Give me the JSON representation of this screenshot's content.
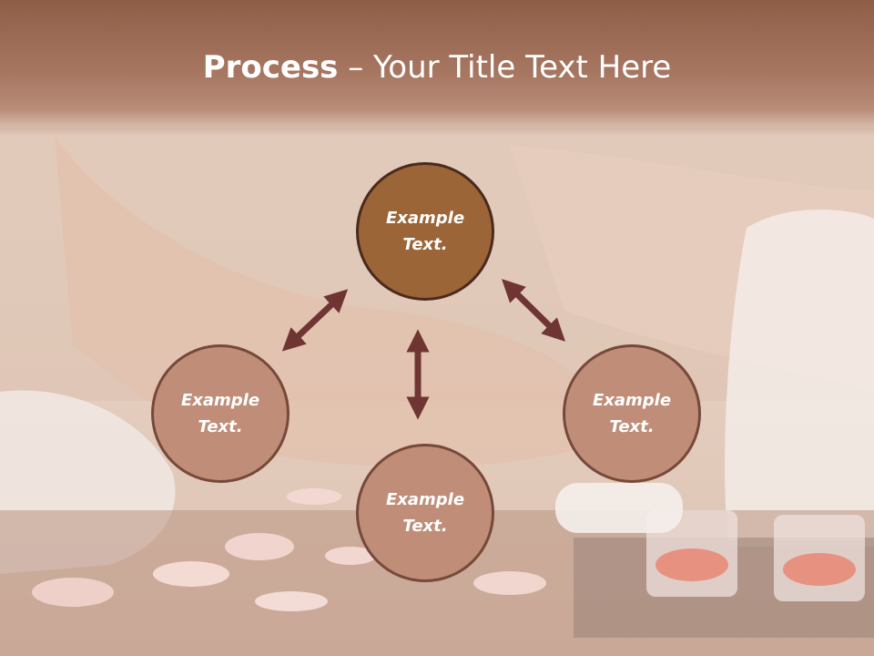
{
  "slide": {
    "title_bold": "Process",
    "title_rest": " – Your Title Text Here"
  },
  "nodes": [
    {
      "id": "top",
      "line1": "Example",
      "line2": "Text."
    },
    {
      "id": "left",
      "line1": "Example",
      "line2": "Text."
    },
    {
      "id": "right",
      "line1": "Example",
      "line2": "Text."
    },
    {
      "id": "bottom",
      "line1": "Example",
      "line2": "Text."
    }
  ],
  "colors": {
    "main_circle": "#9c6537",
    "sub_circle": "#c08e78",
    "arrow": "#6e3533",
    "title_band": "#a87762"
  }
}
